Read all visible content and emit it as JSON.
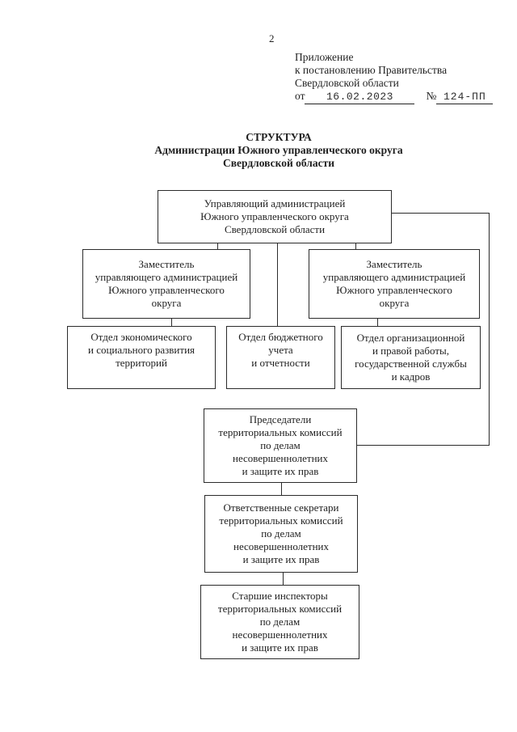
{
  "page_number": "2",
  "header": {
    "lines": [
      "Приложение",
      "к постановлению Правительства",
      "Свердловской области"
    ],
    "date_prefix": "от",
    "date_value": "16.02.2023",
    "number_sign": "№",
    "number_value": "124-ПП"
  },
  "title": {
    "line1": "СТРУКТУРА",
    "line2": "Администрации Южного управленческого округа",
    "line3": "Свердловской области"
  },
  "org_chart": {
    "nodes": {
      "head": {
        "lines": [
          "Управляющий администрацией",
          "Южного управленческого округа",
          "Свердловской области"
        ]
      },
      "deputy_left": {
        "lines": [
          "Заместитель",
          "управляющего администрацией",
          "Южного управленческого",
          "округа"
        ]
      },
      "deputy_right": {
        "lines": [
          "Заместитель",
          "управляющего администрацией",
          "Южного управленческого",
          "округа"
        ]
      },
      "dept_economic": {
        "lines": [
          "Отдел экономического",
          "и социального развития",
          "территорий"
        ]
      },
      "dept_budget": {
        "lines": [
          "Отдел бюджетного",
          "учета",
          "и отчетности"
        ]
      },
      "dept_org": {
        "lines": [
          "Отдел организационной",
          "и правой работы,",
          "государственной службы",
          "и кадров"
        ]
      },
      "chairs": {
        "lines": [
          "Председатели",
          "территориальных комиссий",
          "по делам",
          "несовершеннолетних",
          "и защите их прав"
        ]
      },
      "secretaries": {
        "lines": [
          "Ответственные секретари",
          "территориальных комиссий",
          "по делам",
          "несовершеннолетних",
          "и защите их прав"
        ]
      },
      "inspectors": {
        "lines": [
          "Старшие инспекторы",
          "территориальных комиссий",
          "по делам",
          "несовершеннолетних",
          "и защите их прав"
        ]
      }
    }
  },
  "colors": {
    "text": "#1f1f1f",
    "line": "#2b2b2b",
    "background": "#ffffff"
  }
}
